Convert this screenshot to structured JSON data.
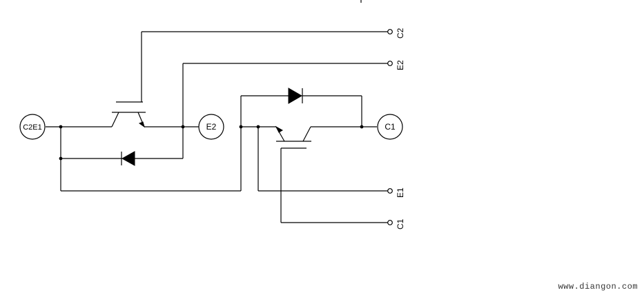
{
  "diagram": {
    "terminals": {
      "c2e1": "C2E1",
      "e2_round": "E2",
      "c1_round": "C1",
      "c2_pin": "C2",
      "e2_pin": "E2",
      "e1_pin": "E1",
      "c1_pin": "C1"
    }
  },
  "footer": {
    "watermark": "www.diangon.com"
  }
}
